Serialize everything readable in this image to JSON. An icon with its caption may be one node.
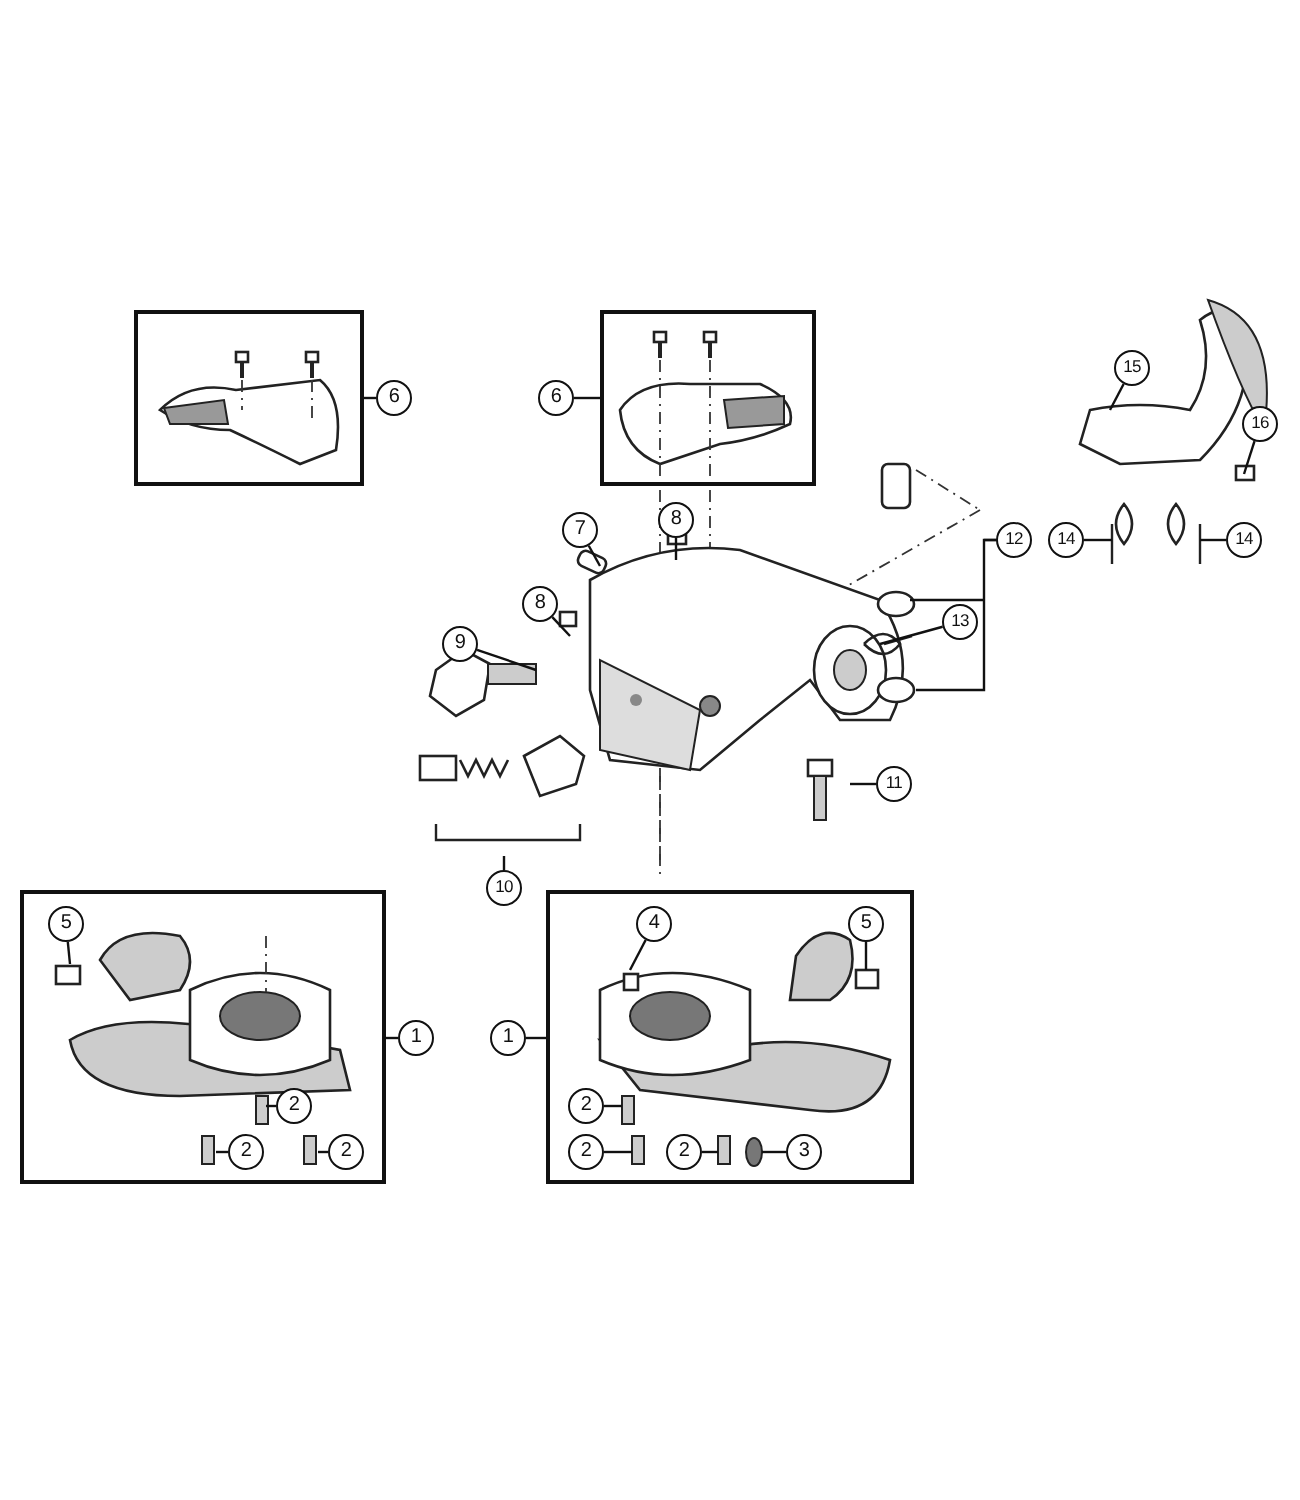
{
  "diagram": {
    "nodes": [
      {
        "text": [],
        "shape": "box"
      },
      {
        "text": [
          "6"
        ]
      },
      {
        "text": [],
        "shape": "box"
      },
      {
        "text": [
          "6"
        ]
      },
      {
        "text": [
          "15"
        ]
      },
      {
        "text": [
          "16"
        ]
      },
      {
        "text": [
          "7"
        ]
      },
      {
        "text": [
          "8"
        ]
      },
      {
        "text": [
          "12"
        ]
      },
      {
        "text": [
          "14"
        ]
      },
      {
        "text": [
          "14"
        ]
      },
      {
        "text": [
          "8"
        ]
      },
      {
        "text": [
          "13"
        ]
      },
      {
        "text": [
          "9"
        ]
      },
      {
        "text": [
          "11"
        ]
      },
      {
        "text": [
          "10"
        ]
      },
      {
        "text": [],
        "shape": "box"
      },
      {
        "text": [
          "5"
        ],
        "in": 16
      },
      {
        "text": [
          "1"
        ]
      },
      {
        "text": [
          "2"
        ],
        "in": 16
      },
      {
        "text": [
          "2"
        ],
        "in": 16
      },
      {
        "text": [
          "2"
        ],
        "in": 16
      },
      {
        "text": [],
        "shape": "box"
      },
      {
        "text": [
          "1"
        ]
      },
      {
        "text": [
          "4"
        ],
        "in": 22
      },
      {
        "text": [
          "5"
        ],
        "in": 22
      },
      {
        "text": [
          "2"
        ],
        "in": 22
      },
      {
        "text": [
          "2"
        ],
        "in": 22
      },
      {
        "text": [
          "2"
        ],
        "in": 22
      },
      {
        "text": [
          "3"
        ],
        "in": 22
      }
    ],
    "edges": [
      {
        "from": 1,
        "to": 0,
        "arrow": "none"
      },
      {
        "from": 3,
        "to": 2,
        "arrow": "none"
      },
      {
        "from": 4,
        "to": null,
        "arrow": "none"
      },
      {
        "from": 5,
        "to": null,
        "arrow": "none"
      },
      {
        "from": 6,
        "to": null,
        "arrow": "none"
      },
      {
        "from": 7,
        "to": null,
        "arrow": "none"
      },
      {
        "from": 8,
        "to": null,
        "arrow": "none"
      },
      {
        "from": 9,
        "to": null,
        "arrow": "none"
      },
      {
        "from": 10,
        "to": null,
        "arrow": "none"
      },
      {
        "from": 11,
        "to": null,
        "arrow": "none"
      },
      {
        "from": 12,
        "to": null,
        "arrow": "none"
      },
      {
        "from": 13,
        "to": null,
        "arrow": "none"
      },
      {
        "from": 14,
        "to": null,
        "arrow": "none"
      },
      {
        "from": 15,
        "to": null,
        "arrow": "none"
      },
      {
        "from": 18,
        "to": 16,
        "arrow": "none"
      },
      {
        "from": 23,
        "to": 22,
        "arrow": "none"
      },
      {
        "from": 17,
        "to": null,
        "arrow": "none"
      },
      {
        "from": 19,
        "to": null,
        "arrow": "none"
      },
      {
        "from": 20,
        "to": null,
        "arrow": "none"
      },
      {
        "from": 21,
        "to": null,
        "arrow": "none"
      },
      {
        "from": 24,
        "to": null,
        "arrow": "none"
      },
      {
        "from": 25,
        "to": null,
        "arrow": "none"
      },
      {
        "from": 26,
        "to": null,
        "arrow": "none"
      },
      {
        "from": 27,
        "to": null,
        "arrow": "none"
      },
      {
        "from": 28,
        "to": null,
        "arrow": "none"
      },
      {
        "from": 29,
        "to": null,
        "arrow": "none"
      }
    ]
  }
}
